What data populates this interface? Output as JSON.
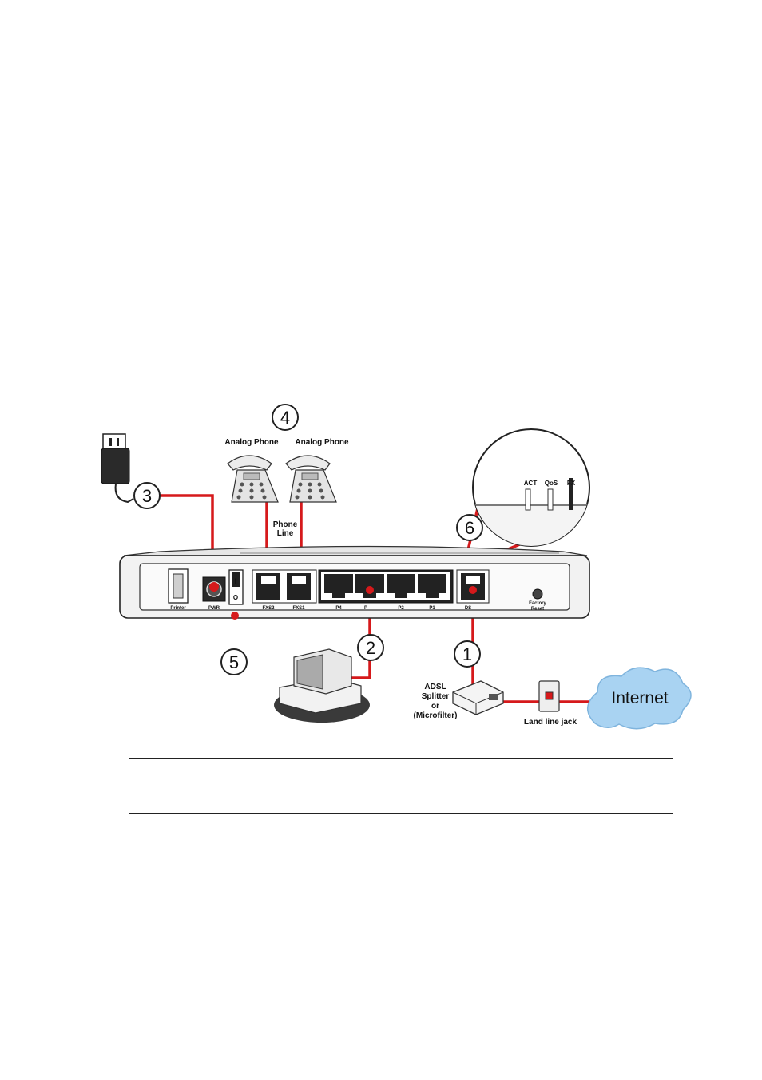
{
  "labels": {
    "analog_phone_left": "Analog Phone",
    "analog_phone_right": "Analog Phone",
    "phone_line_1": "Phone",
    "phone_line_2": "Line",
    "printer": "Printer",
    "pwr": "PWR",
    "fxs2": "FXS2",
    "fxs1": "FXS1",
    "p4": "P4",
    "p3": "P",
    "p2": "P2",
    "p1": "P1",
    "dsl": "DS",
    "factory_1": "Factory",
    "factory_2": "Reset",
    "act": "ACT",
    "qos": "QoS",
    "fx": "FX",
    "adsl_1": "ADSL",
    "adsl_2": "Splitter",
    "adsl_3": "or",
    "adsl_4": "(Microfilter)",
    "land_line": "Land line jack",
    "internet": "Internet",
    "switch_on": "I",
    "switch_off": "O"
  },
  "steps": {
    "s1": "1",
    "s2": "2",
    "s3": "3",
    "s4": "4",
    "s5": "5",
    "s6": "6"
  },
  "note": "",
  "colors": {
    "cable": "#d6191b",
    "outline": "#1a1a1a",
    "cloud": "#a9d3f2"
  }
}
